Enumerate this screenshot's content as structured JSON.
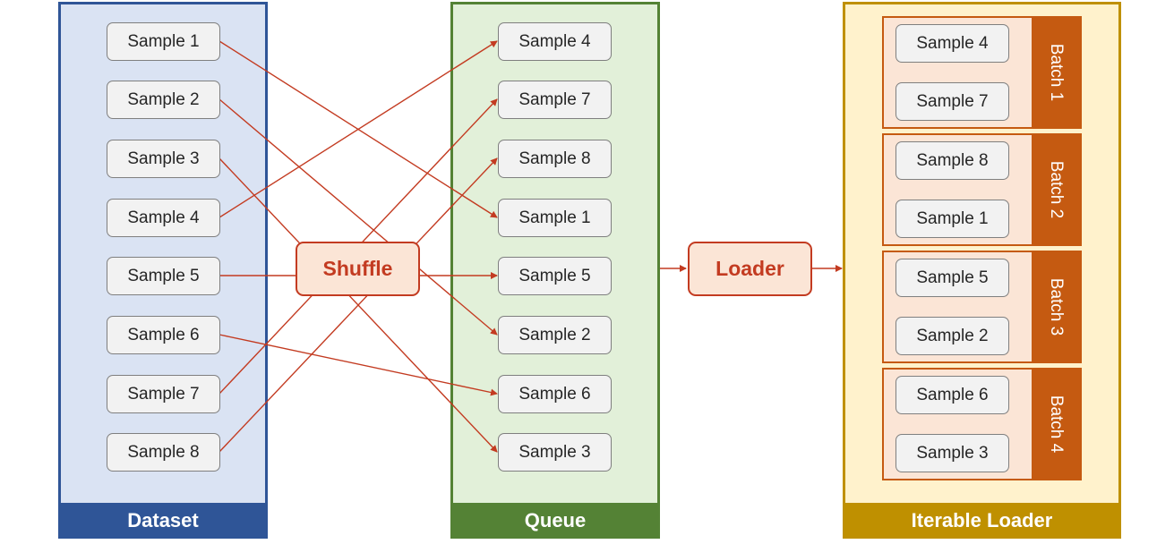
{
  "dataset": {
    "title": "Dataset",
    "samples": [
      "Sample 1",
      "Sample 2",
      "Sample 3",
      "Sample 4",
      "Sample 5",
      "Sample 6",
      "Sample 7",
      "Sample 8"
    ]
  },
  "shuffle_label": "Shuffle",
  "queue": {
    "title": "Queue",
    "samples": [
      "Sample 4",
      "Sample 7",
      "Sample 8",
      "Sample 1",
      "Sample 5",
      "Sample 2",
      "Sample 6",
      "Sample 3"
    ]
  },
  "loader_label": "Loader",
  "iterable_loader": {
    "title": "Iterable Loader",
    "batches": [
      {
        "label": "Batch 1",
        "samples": [
          "Sample 4",
          "Sample 7"
        ]
      },
      {
        "label": "Batch 2",
        "samples": [
          "Sample 8",
          "Sample 1"
        ]
      },
      {
        "label": "Batch 3",
        "samples": [
          "Sample 5",
          "Sample 2"
        ]
      },
      {
        "label": "Batch 4",
        "samples": [
          "Sample 6",
          "Sample 3"
        ]
      }
    ]
  },
  "colors": {
    "arrow": "#c33b21",
    "dataset": "#2f5597",
    "queue": "#548235",
    "iterable_loader": "#bf9000",
    "batch": "#c55a11"
  }
}
